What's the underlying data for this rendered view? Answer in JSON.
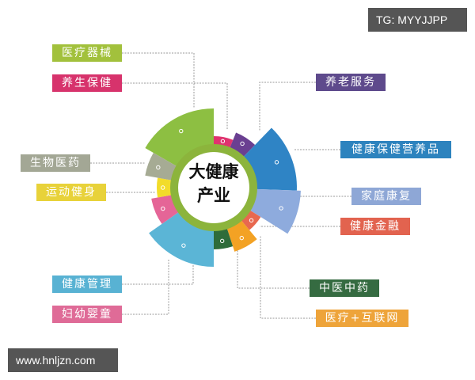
{
  "watermarks": {
    "top_right": "TG: MYYJJPP",
    "bottom_left": "www.hnljzn.com"
  },
  "center": {
    "line1": "大健康",
    "line2": "产业"
  },
  "colors": {
    "center_ring": "#8cb43c",
    "connector": "#999999"
  },
  "segments": [
    {
      "label": "医疗器械",
      "color": "#8dbf42",
      "label_color": "#a2c13c"
    },
    {
      "label": "养生保健",
      "color": "#e0336f",
      "label_color": "#d7336c"
    },
    {
      "label": "养老服务",
      "color": "#6a3f91",
      "label_color": "#5e4a8c"
    },
    {
      "label": "健康保健营养品",
      "color": "#2f84c5",
      "label_color": "#2d83be"
    },
    {
      "label": "家庭康复",
      "color": "#8eabdd",
      "label_color": "#8ea7d6"
    },
    {
      "label": "健康金融",
      "color": "#e8684f",
      "label_color": "#e2634f"
    },
    {
      "label": "医疗+互联网",
      "color": "#f3a224",
      "label_color": "#eea43a"
    },
    {
      "label": "中医中药",
      "color": "#2e6c3a",
      "label_color": "#356b41"
    },
    {
      "label": "健康管理",
      "color": "#5bb5d6",
      "label_color": "#58b2d3"
    },
    {
      "label": "妇幼婴童",
      "color": "#e56597",
      "label_color": "#df6b97"
    },
    {
      "label": "运动健身",
      "color": "#f2dc2a",
      "label_color": "#e8d23a"
    },
    {
      "label": "生物医药",
      "color": "#a6ab94",
      "label_color": "#a3a795"
    }
  ]
}
